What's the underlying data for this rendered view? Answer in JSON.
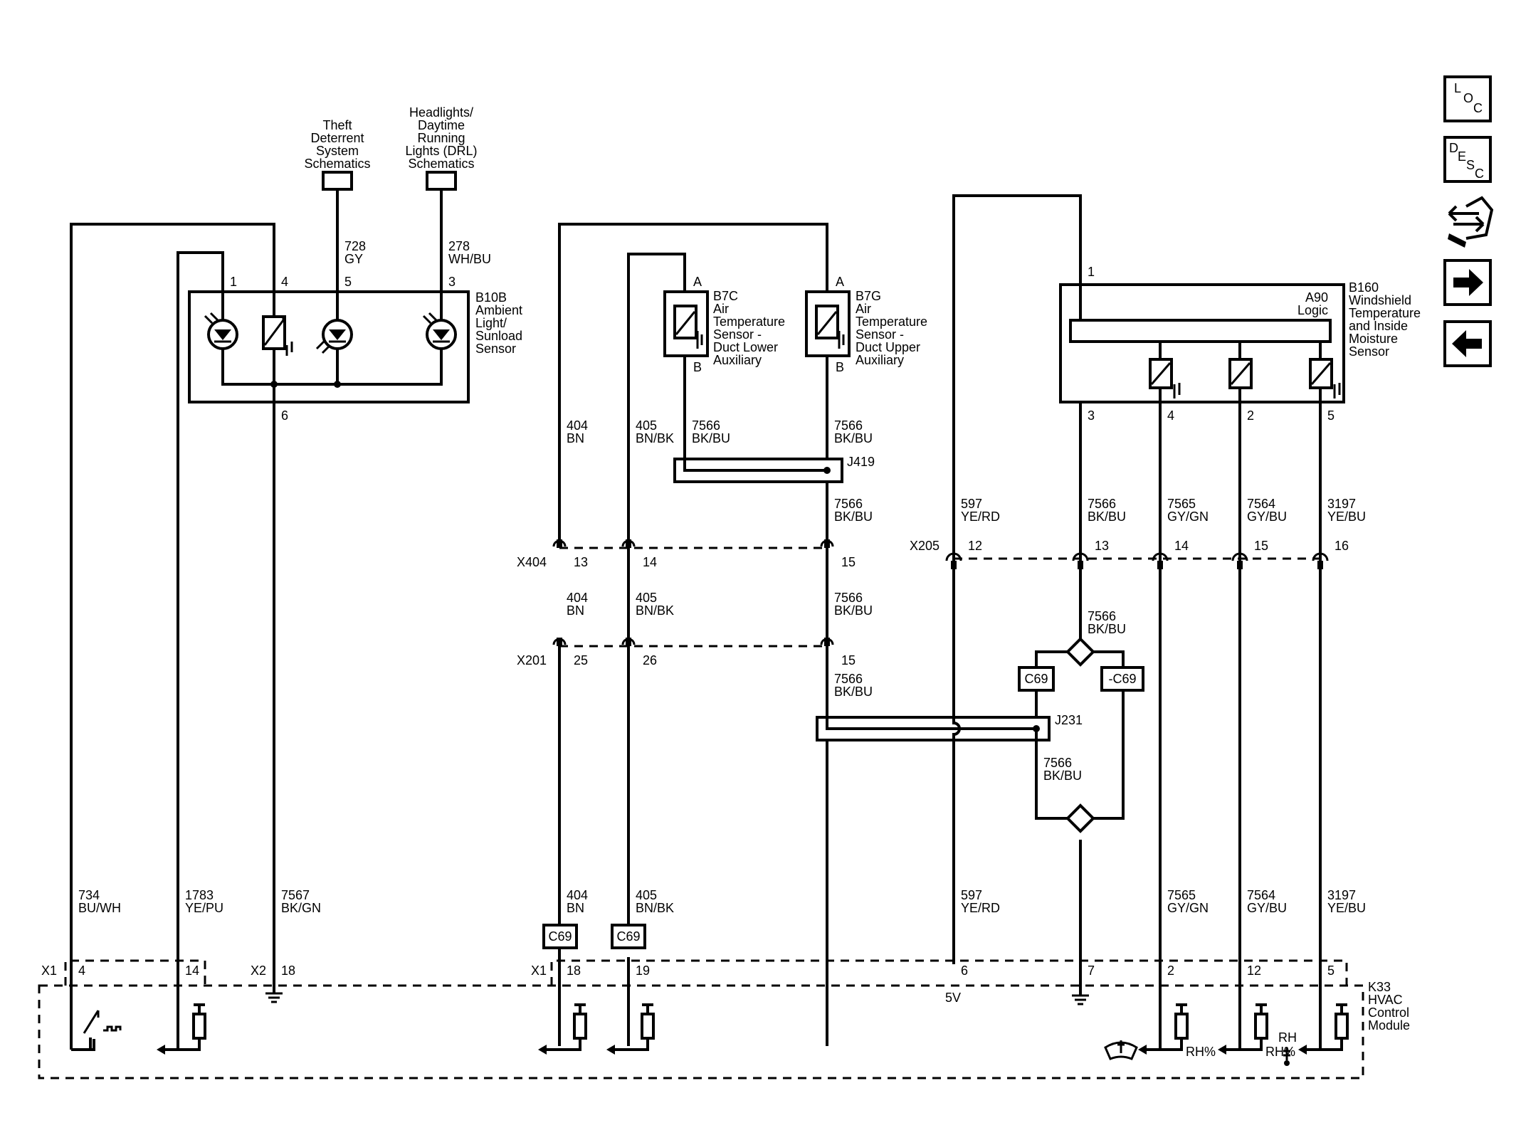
{
  "refs": {
    "theft": [
      "Theft",
      "Deterrent",
      "System",
      "Schematics"
    ],
    "headlights": [
      "Headlights/",
      "Daytime",
      "Running",
      "Lights (DRL)",
      "Schematics"
    ]
  },
  "components": {
    "b10b": [
      "B10B",
      "Ambient",
      "Light/",
      "Sunload",
      "Sensor"
    ],
    "b7c": [
      "B7C",
      "Air",
      "Temperature",
      "Sensor -",
      "Duct Lower",
      "Auxiliary"
    ],
    "b7g": [
      "B7G",
      "Air",
      "Temperature",
      "Sensor -",
      "Duct Upper",
      "Auxiliary"
    ],
    "b160": [
      "B160",
      "Windshield",
      "Temperature",
      "and Inside",
      "Moisture",
      "Sensor"
    ],
    "a90": [
      "A90",
      "Logic"
    ],
    "k33": [
      "K33",
      "HVAC",
      "Control",
      "Module"
    ]
  },
  "pins": {
    "b10b_1": "1",
    "b10b_4": "4",
    "b10b_5": "5",
    "b10b_3": "3",
    "b10b_6": "6",
    "b7c_a": "A",
    "b7c_b": "B",
    "b7g_a": "A",
    "b7g_b": "B",
    "b160_1": "1",
    "b160_3": "3",
    "b160_4": "4",
    "b160_2": "2",
    "b160_5": "5",
    "x404_13": "13",
    "x404_14": "14",
    "x404_15": "15",
    "x201_25": "25",
    "x201_26": "26",
    "x201_15": "15",
    "x205_12": "12",
    "x205_13": "13",
    "x205_14": "14",
    "x205_15": "15",
    "x205_16": "16",
    "k_x1_4": "4",
    "k_x1_14": "14",
    "k_x2_18": "18",
    "k_x1_18": "18",
    "k_x1_19": "19",
    "k_6": "6",
    "k_7": "7",
    "k_2": "2",
    "k_12": "12",
    "k_5": "5"
  },
  "connectors": {
    "x404": "X404",
    "x201": "X201",
    "x205": "X205",
    "x1a": "X1",
    "x2": "X2",
    "x1b": "X1",
    "j419": "J419",
    "j231": "J231"
  },
  "wires": {
    "w728": [
      "728",
      "GY"
    ],
    "w278": [
      "278",
      "WH/BU"
    ],
    "w404a": [
      "404",
      "BN"
    ],
    "w405a": [
      "405",
      "BN/BK"
    ],
    "w7566a": [
      "7566",
      "BK/BU"
    ],
    "w7566b": [
      "7566",
      "BK/BU"
    ],
    "w7566c": [
      "7566",
      "BK/BU"
    ],
    "w597a": [
      "597",
      "YE/RD"
    ],
    "w7566d": [
      "7566",
      "BK/BU"
    ],
    "w7565a": [
      "7565",
      "GY/GN"
    ],
    "w7564a": [
      "7564",
      "GY/BU"
    ],
    "w3197a": [
      "3197",
      "YE/BU"
    ],
    "w404b": [
      "404",
      "BN"
    ],
    "w405b": [
      "405",
      "BN/BK"
    ],
    "w7566e": [
      "7566",
      "BK/BU"
    ],
    "w7566f": [
      "7566",
      "BK/BU"
    ],
    "w7566g": [
      "7566",
      "BK/BU"
    ],
    "w7566h": [
      "7566",
      "BK/BU"
    ],
    "w734": [
      "734",
      "BU/WH"
    ],
    "w1783": [
      "1783",
      "YE/PU"
    ],
    "w7567": [
      "7567",
      "BK/GN"
    ],
    "w404c": [
      "404",
      "BN"
    ],
    "w405c": [
      "405",
      "BN/BK"
    ],
    "w597b": [
      "597",
      "YE/RD"
    ],
    "w7565b": [
      "7565",
      "GY/GN"
    ],
    "w7564b": [
      "7564",
      "GY/BU"
    ],
    "w3197b": [
      "3197",
      "YE/BU"
    ]
  },
  "options": {
    "c69_a": "C69",
    "c69_b": "C69",
    "c69_c": "C69",
    "nc69": "-C69"
  },
  "misc": {
    "v5": "5V",
    "rh_pct_a": "RH%",
    "rh_pct_b": "RH%",
    "rh": "RH"
  },
  "nav": {
    "loc": [
      "L",
      "O",
      "C"
    ],
    "desc": [
      "D",
      "E",
      "S",
      "C"
    ]
  }
}
